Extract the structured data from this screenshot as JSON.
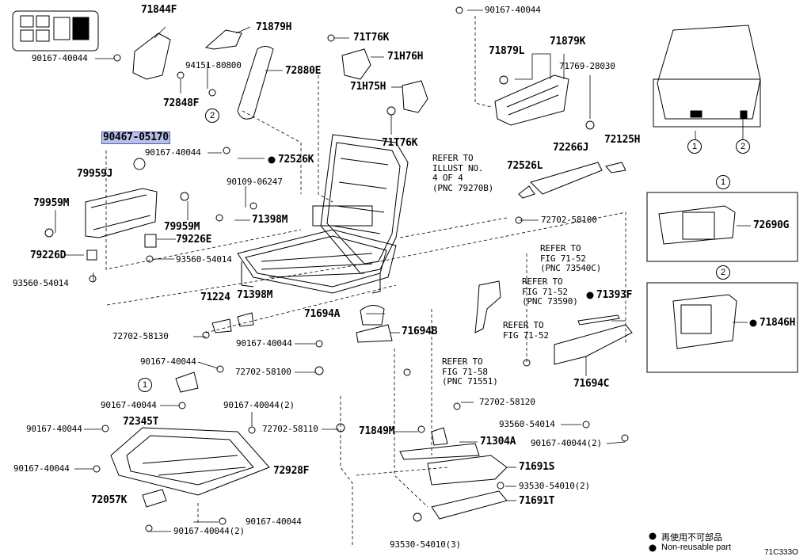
{
  "labels": {
    "l71844F": "71844F",
    "l71879H": "71879H",
    "l90167_a": "90167-40044",
    "l94151": "94151-80800",
    "l72848F": "72848F",
    "l72880E": "72880E",
    "l71T76K_a": "71T76K",
    "l71H76H": "71H76H",
    "l71H75H": "71H75H",
    "l71T76K_b": "71T76K",
    "l90467": "90467-05170",
    "l90167_b": "90167-40044",
    "l72526K": "72526K",
    "l79959J": "79959J",
    "l79959M_a": "79959M",
    "l79959M_b": "79959M",
    "l90109": "90109-06247",
    "l71398M_a": "71398M",
    "l79226E": "79226E",
    "l79226D": "79226D",
    "l93560_a": "93560-54014",
    "l93560_b": "93560-54014",
    "l71224": "71224",
    "l71398M_b": "71398M",
    "l72702_a": "72702-58130",
    "l71694A": "71694A",
    "l71694B": "71694B",
    "l90167_c": "90167-40044",
    "l90167_d": "90167-40044",
    "l72702_b": "72702-58100",
    "l90167_e": "90167-40044",
    "l90167_f": "90167-40044(2)",
    "l72345T": "72345T",
    "l90167_g": "90167-40044",
    "l72702_c": "72702-58110",
    "l90167_h": "90167-40044",
    "l72928F": "72928F",
    "l72057K": "72057K",
    "l90167_i": "90167-40044",
    "l90167_j": "90167-40044(2)",
    "l90167_top": "90167-40044",
    "l71879K": "71879K",
    "l71879L": "71879L",
    "l71769": "71769-28030",
    "l72266J": "72266J",
    "l72125H": "72125H",
    "l72526L": "72526L",
    "l72702_d": "72702-58100",
    "l71393F": "71393F",
    "l71694C": "71694C",
    "l72702_e": "72702-58120",
    "l93560_c": "93560-54014",
    "l90167_k": "90167-40044(2)",
    "l71849M": "71849M",
    "l71304A": "71304A",
    "l71691S": "71691S",
    "l93530_a": "93530-54010(2)",
    "l71691T": "71691T",
    "l93530_b": "93530-54010(3)",
    "l72690G": "72690G",
    "l71846H": "71846H"
  },
  "references": {
    "r_illust": "REFER TO\nILLUST NO.\n4 OF 4\n(PNC 79270B)",
    "r_7352": "REFER TO\nFIG 71-52\n(PNC 73540C)",
    "r_73590": "REFER TO\nFIG 71-52\n(PNC 73590)",
    "r_7152": "REFER TO\nFIG 71-52",
    "r_7158": "REFER TO\nFIG 71-58\n(PNC 71551)"
  },
  "callouts": {
    "one": "1",
    "two": "2"
  },
  "legend": {
    "jp": "再使用不可部品",
    "en": "Non-reusable part",
    "code": "71C333O"
  }
}
